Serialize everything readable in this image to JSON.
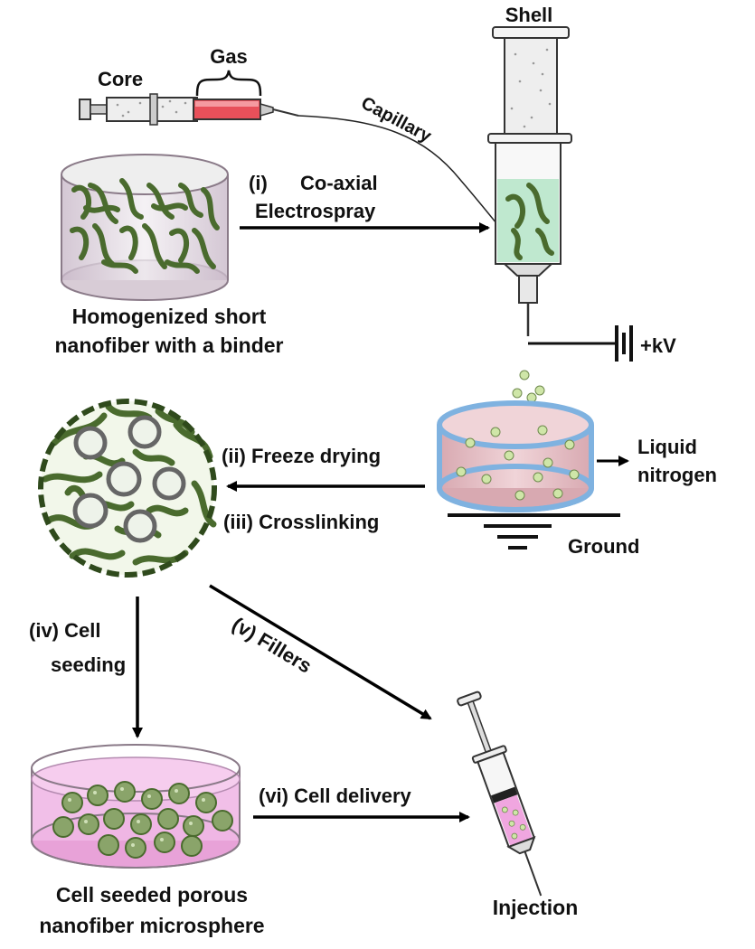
{
  "labels": {
    "shell": "Shell",
    "gas": "Gas",
    "core": "Core",
    "capillary": "Capillary",
    "step_i_num": "(i)",
    "step_i_a": "Co-axial",
    "step_i_b": "Electrospray",
    "homog_1": "Homogenized short",
    "homog_2": "nanofiber with a binder",
    "voltage": "+kV",
    "liquid_1": "Liquid",
    "liquid_2": "nitrogen",
    "ground": "Ground",
    "step_ii": "(ii) Freeze drying",
    "step_iii": "(iii)  Crosslinking",
    "step_iv_a": "(iv) Cell",
    "step_iv_b": "seeding",
    "step_v": "(v) Fillers",
    "step_vi": "(vi) Cell delivery",
    "seeded_1": "Cell seeded porous",
    "seeded_2": "nanofiber microsphere",
    "injection": "Injection"
  },
  "colors": {
    "fiber": "#4a6b2e",
    "fiber_dark": "#2f4a1c",
    "gas_fill": "#e8505a",
    "shell_liquid": "#bfe8cf",
    "nitrogen_bath": "#e9c6cc",
    "droplet": "#cfe6a8",
    "pink_dish": "#f0b8e6",
    "arrow": "#000000"
  }
}
